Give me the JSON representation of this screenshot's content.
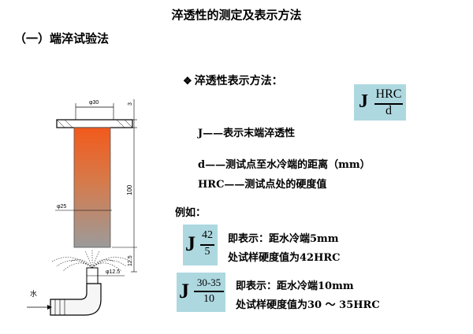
{
  "title": "淬透性的测定及表示方法",
  "section": "（一）端淬试验法",
  "notation": {
    "bullet": "❖",
    "heading": "淬透性表示方法：",
    "symbol": "J",
    "numerator": "HRC",
    "denominator": "d",
    "def_j": "J——表示末端淬透性",
    "def_d": "d——测试点至水冷端的距离（mm）",
    "def_hrc": "HRC——测试点处的硬度值"
  },
  "examples": {
    "label": "例如：",
    "ex1": {
      "symbol": "J",
      "numerator": "42",
      "denominator": "5",
      "line1": "即表示：距水冷端5mm",
      "line2": "处试样硬度值为42HRC"
    },
    "ex2": {
      "symbol": "J",
      "numerator": "30-35",
      "denominator": "10",
      "line1": "即表示：距水冷端10mm",
      "line2": "处试样硬度值为30 ～ 35HRC"
    }
  },
  "diagram": {
    "top_diameter": "φ30",
    "body_diameter": "φ25",
    "nozzle_diameter": "φ12.5",
    "height_flange": "3",
    "height_body": "100",
    "gap": "12.5",
    "water": "水",
    "colors": {
      "hot": "#f05a1e",
      "cold": "#9a9a9a",
      "box": "#aed8e0"
    }
  }
}
